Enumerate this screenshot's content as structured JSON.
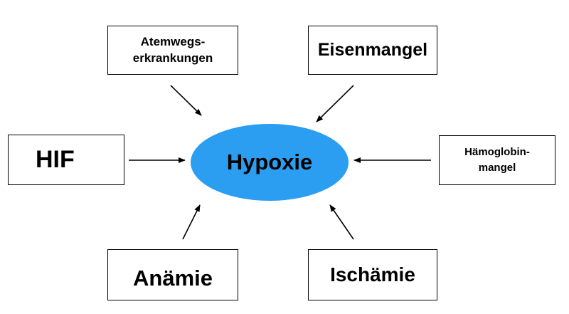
{
  "center": {
    "label": "Hypoxie",
    "color": "#2c9ef1"
  },
  "causes": [
    {
      "id": "atemwege",
      "label": "Atemwegs-\nerkrankungen"
    },
    {
      "id": "eisenmangel",
      "label": "Eisenmangel"
    },
    {
      "id": "hif",
      "label": "HIF"
    },
    {
      "id": "haemoglobinmangel",
      "label": "Hämoglobin-\nmangel"
    },
    {
      "id": "anaemie",
      "label": "Anämie"
    },
    {
      "id": "ischaemie",
      "label": "Ischämie"
    }
  ],
  "edges": [
    {
      "from": "atemwege",
      "to": "center"
    },
    {
      "from": "eisenmangel",
      "to": "center"
    },
    {
      "from": "hif",
      "to": "center"
    },
    {
      "from": "haemoglobinmangel",
      "to": "center"
    },
    {
      "from": "anaemie",
      "to": "center"
    },
    {
      "from": "ischaemie",
      "to": "center"
    }
  ]
}
